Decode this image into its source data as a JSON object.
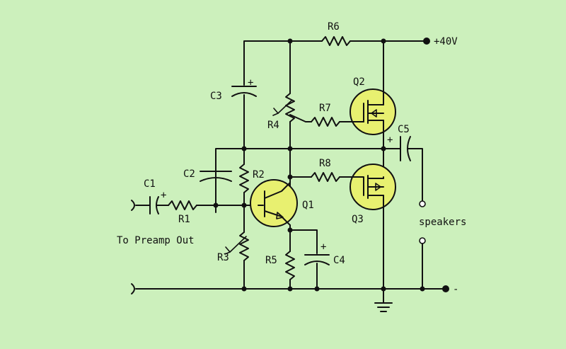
{
  "diagram": {
    "colors": {
      "background": "#ccf0bc",
      "line": "#111111",
      "device_fill": "#e8f070",
      "terminal_fill": "#ffffff"
    },
    "labels": {
      "supply": "+40V",
      "negative": "-",
      "speakers": "speakers",
      "input": "To Preamp Out",
      "plus": "+"
    },
    "components": {
      "R1": "R1",
      "R2": "R2",
      "R3": "R3",
      "R4": "R4",
      "R5": "R5",
      "R6": "R6",
      "R7": "R7",
      "R8": "R8",
      "C1": "C1",
      "C2": "C2",
      "C3": "C3",
      "C4": "C4",
      "C5": "C5",
      "Q1": "Q1",
      "Q2": "Q2",
      "Q3": "Q3"
    },
    "icons": {
      "ground": "ground-icon",
      "transistor": "bjt-transistor-icon",
      "mosfet": "mosfet-icon"
    }
  }
}
